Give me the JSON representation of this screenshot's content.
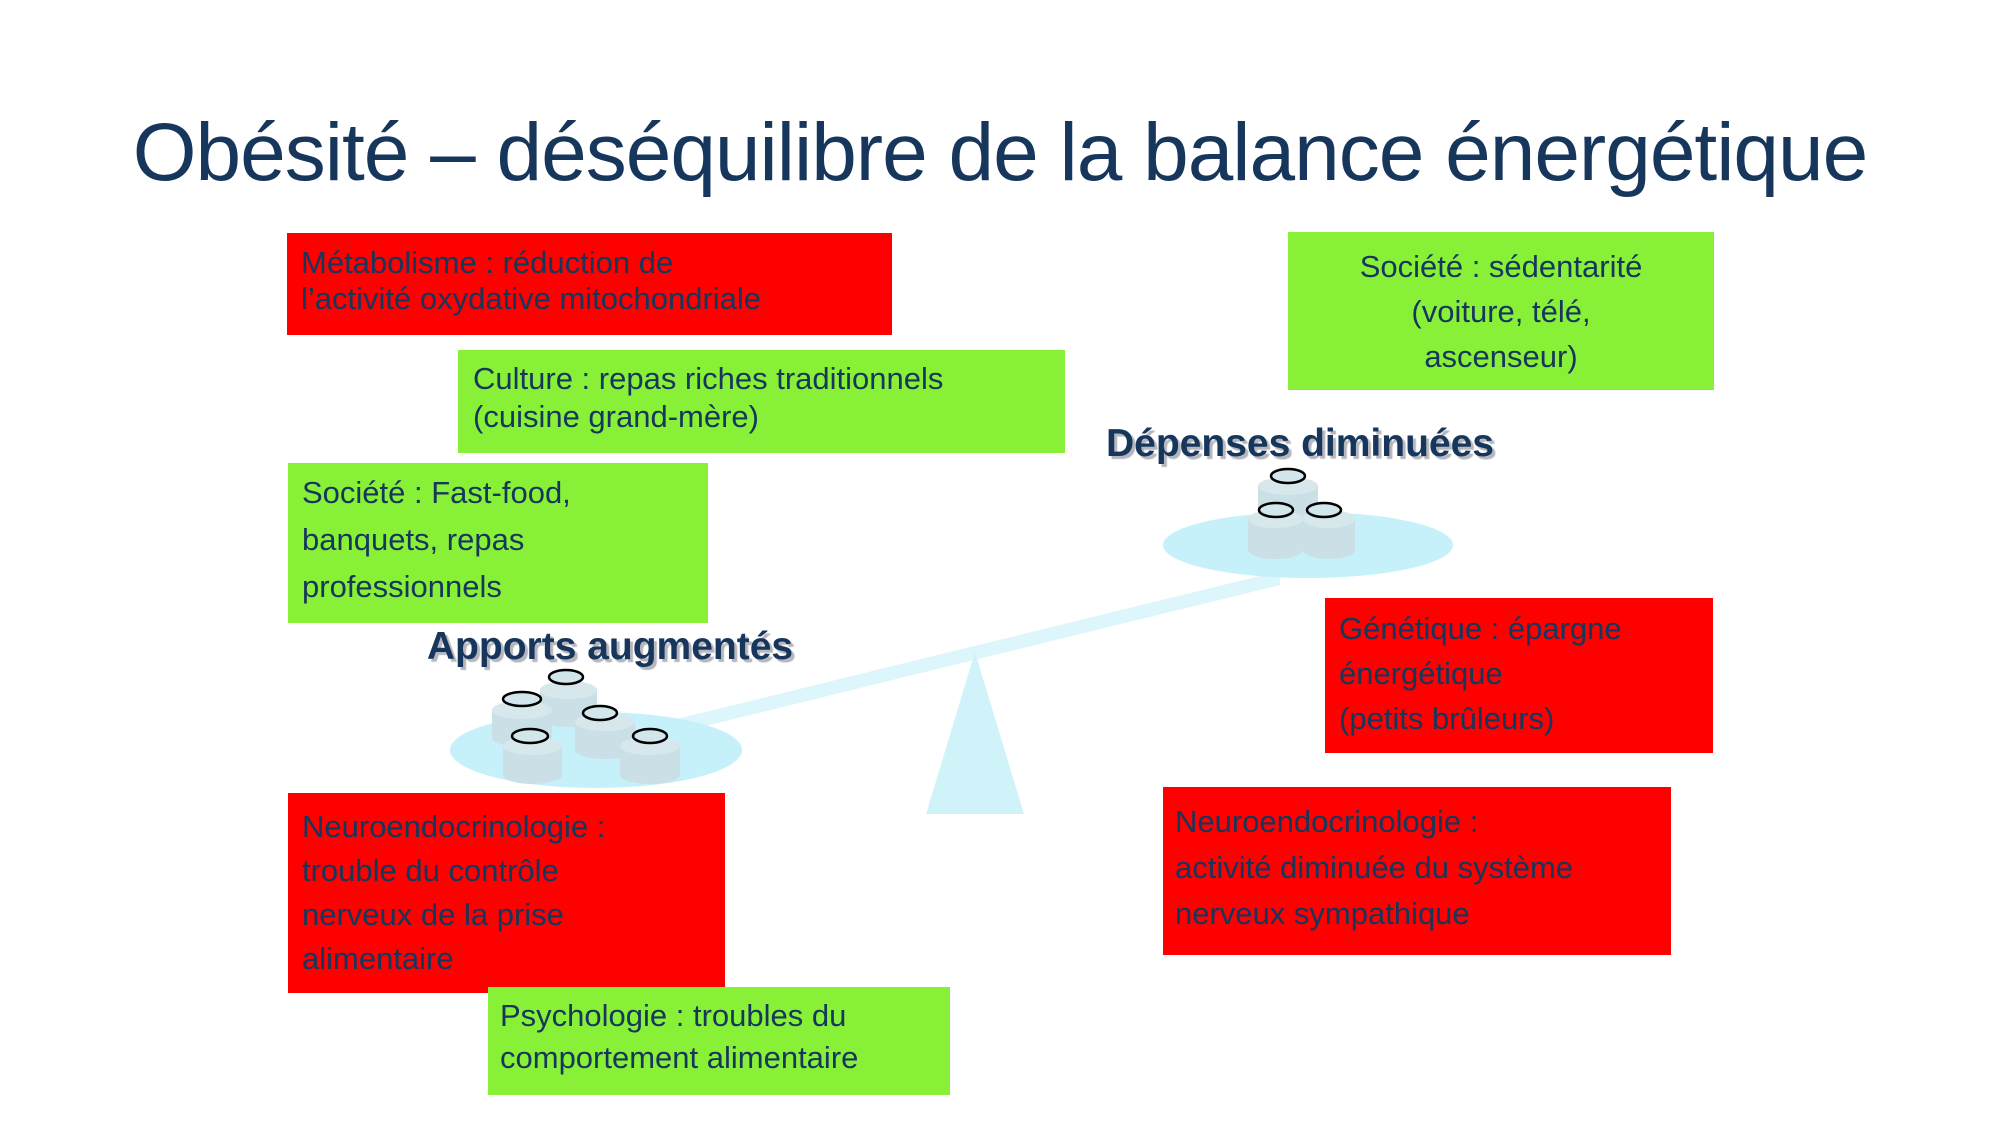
{
  "slide": {
    "title": "Obésité – déséquilibre de la balance énergétique"
  },
  "balance": {
    "left_label": "Apports augmentés",
    "right_label": "Dépenses diminuées",
    "left_weight_count": 5,
    "right_weight_count": 3
  },
  "boxes": {
    "metabolisme": {
      "text": "Métabolisme : réduction de\nl’activité oxydative mitochondriale",
      "color": "#FD0000"
    },
    "culture": {
      "text": "Culture : repas riches traditionnels\n(cuisine grand-mère)",
      "color": "#88F137"
    },
    "sedentarite": {
      "text": "Société : sédentarité\n(voiture, télé,\nascenseur)",
      "color": "#88F137"
    },
    "fastfood": {
      "text": "Société : Fast-food,\nbanquets, repas\nprofessionnels",
      "color": "#88F137"
    },
    "genetique": {
      "text": "Génétique : épargne\nénergétique\n(petits brûleurs)",
      "color": "#FD0000"
    },
    "neuro_intake": {
      "text": "Neuroendocrinologie :\ntrouble du contrôle\nnerveux de la prise\nalimentaire",
      "color": "#FD0000"
    },
    "neuro_sympathique": {
      "text": "Neuroendocrinologie :\nactivité diminuée du système\nnerveux sympathique",
      "color": "#FD0000"
    },
    "psychologie": {
      "text": "Psychologie : troubles du\ncomportement alimentaire",
      "color": "#88F137"
    }
  },
  "colors": {
    "box_red": "#FD0000",
    "box_green": "#88F137",
    "text_navy": "#16365C",
    "pan_cyan": "#C7F1FA",
    "beam_cyan": "#DDF6FC",
    "fulcrum_cyan": "#D0F3FA",
    "weight_body": "#CBDFE6",
    "weight_top": "#D7E8EC"
  }
}
